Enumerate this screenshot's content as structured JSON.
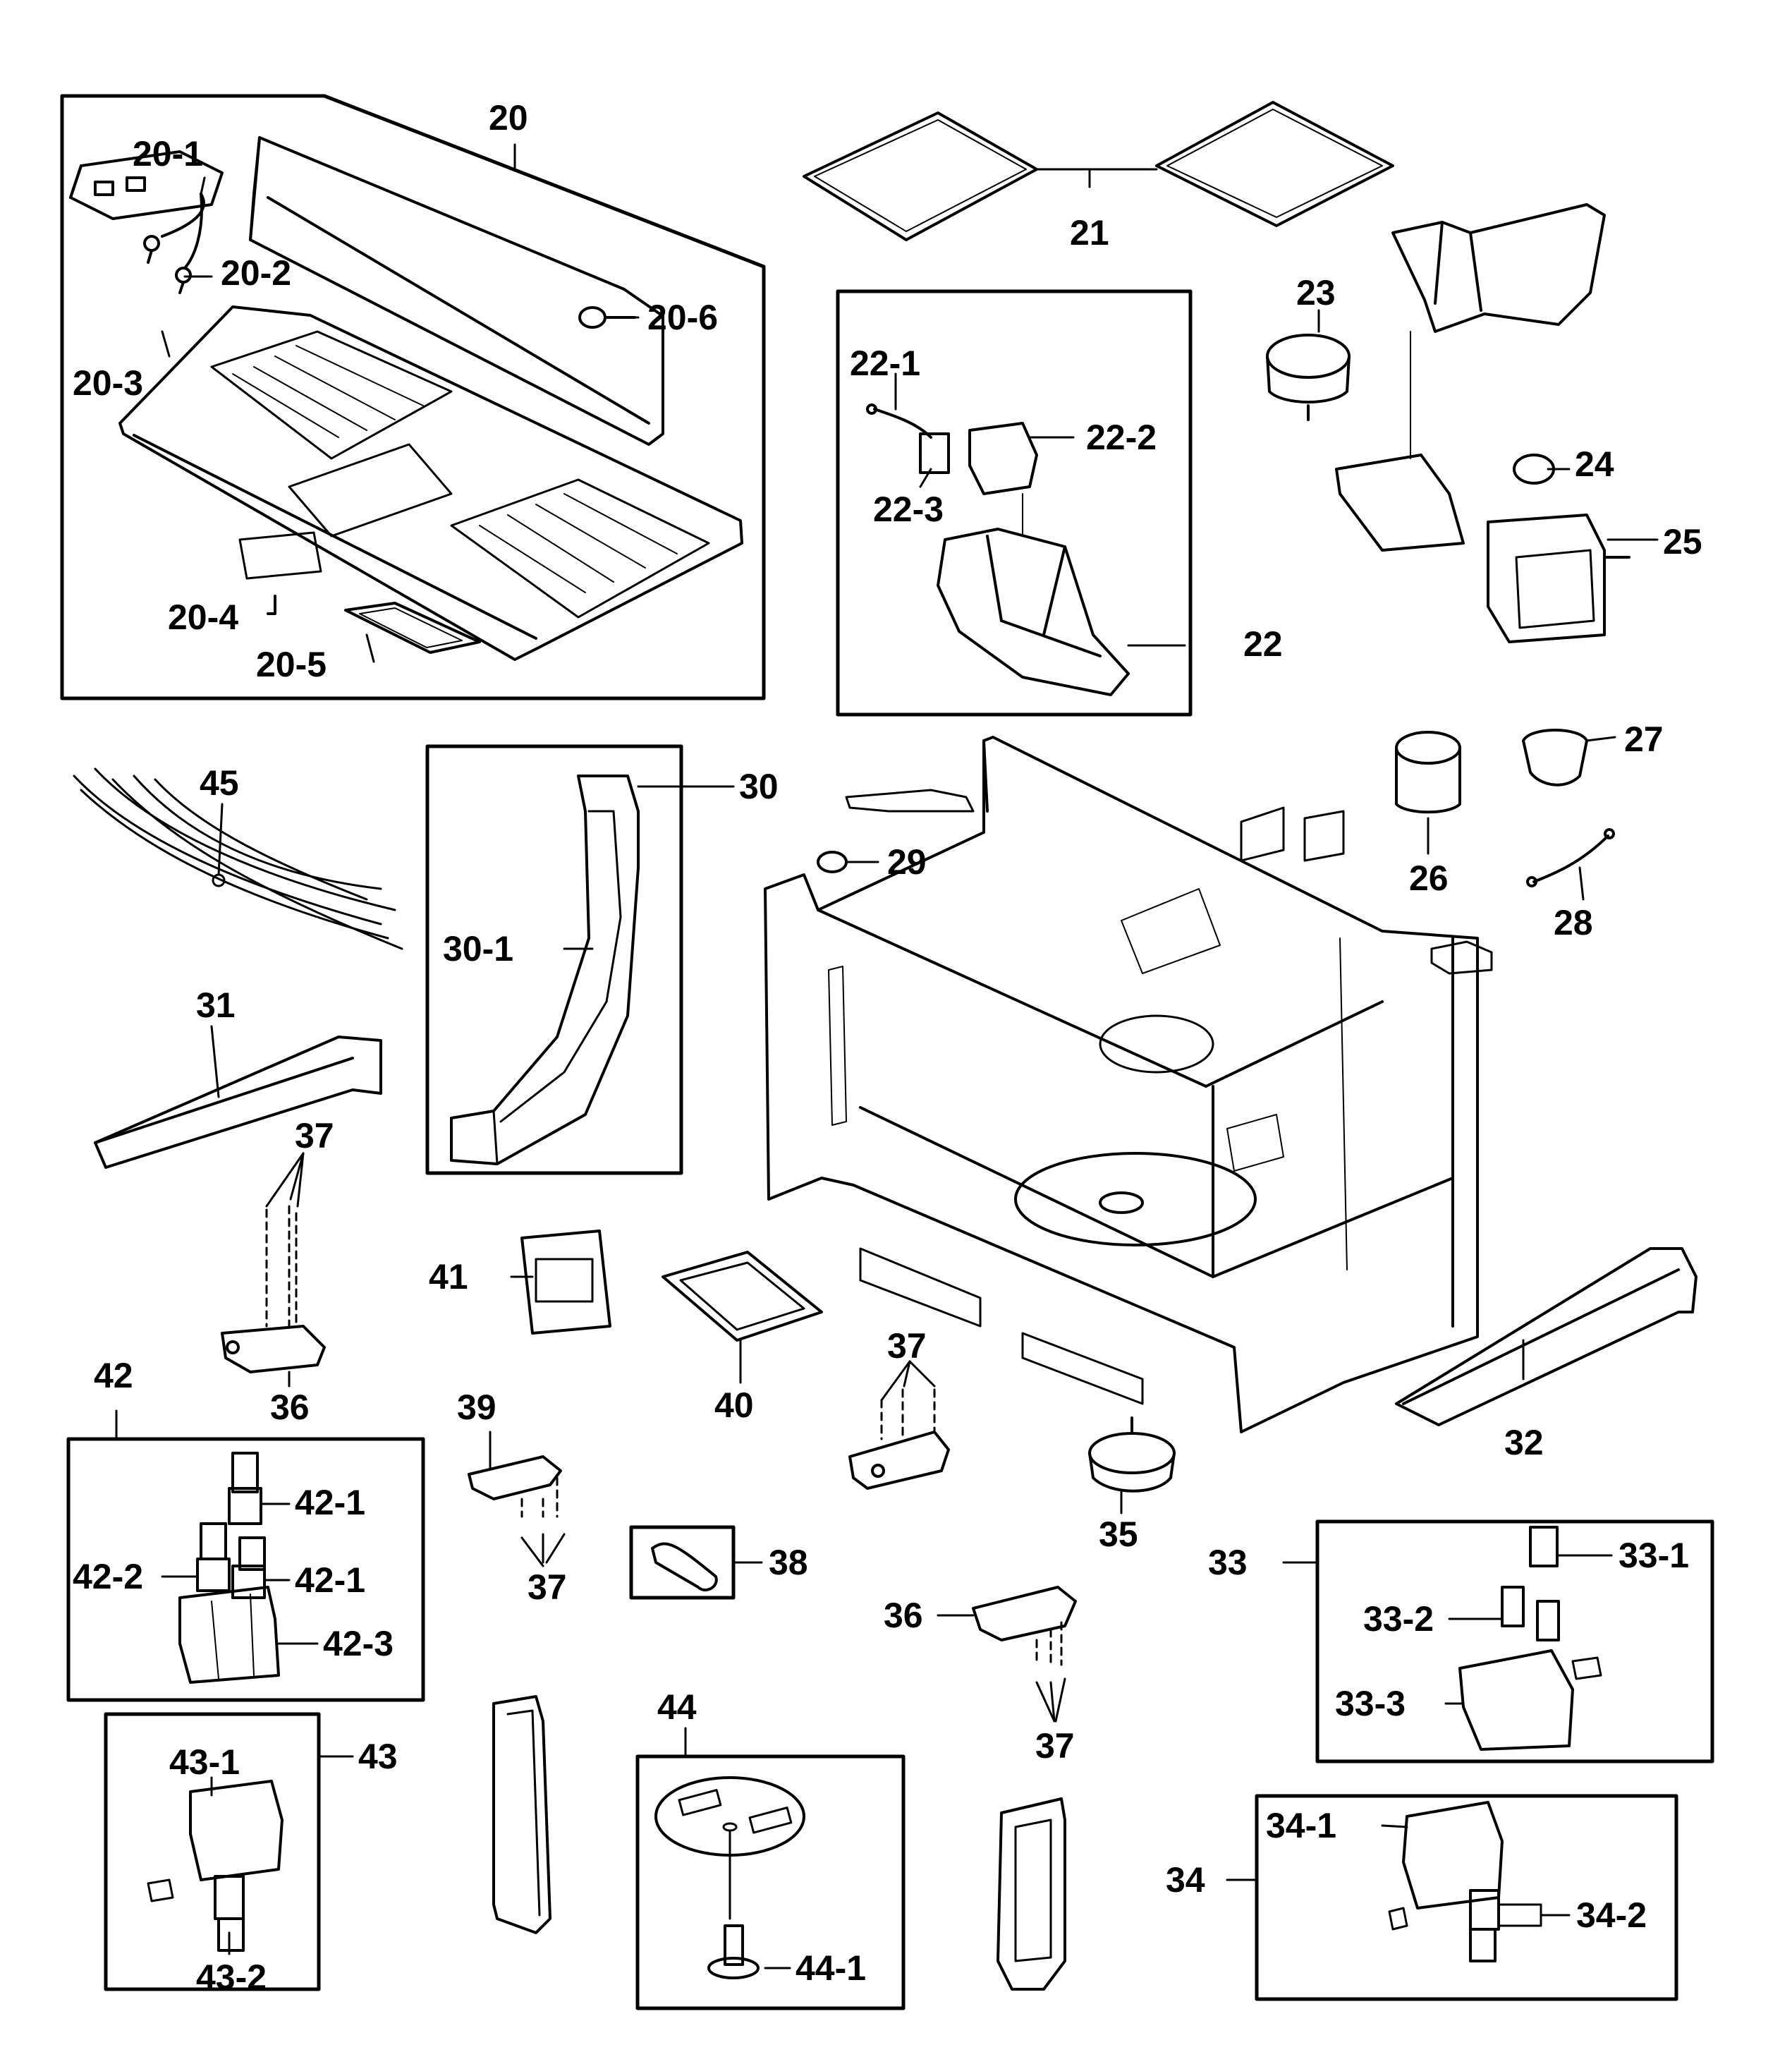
{
  "diagram": {
    "labels": {
      "p20": "20",
      "p20_1": "20-1",
      "p20_2": "20-2",
      "p20_3": "20-3",
      "p20_4": "20-4",
      "p20_5": "20-5",
      "p20_6": "20-6",
      "p21": "21",
      "p22": "22",
      "p22_1": "22-1",
      "p22_2": "22-2",
      "p22_3": "22-3",
      "p23": "23",
      "p24": "24",
      "p25": "25",
      "p26": "26",
      "p27": "27",
      "p28": "28",
      "p29": "29",
      "p30": "30",
      "p30_1": "30-1",
      "p31": "31",
      "p32": "32",
      "p33": "33",
      "p33_1": "33-1",
      "p33_2": "33-2",
      "p33_3": "33-3",
      "p34": "34",
      "p34_1": "34-1",
      "p34_2": "34-2",
      "p35": "35",
      "p36a": "36",
      "p36b": "36",
      "p37a": "37",
      "p37b": "37",
      "p37c": "37",
      "p37d": "37",
      "p38": "38",
      "p39": "39",
      "p40": "40",
      "p41": "41",
      "p42": "42",
      "p42_1a": "42-1",
      "p42_1b": "42-1",
      "p42_2": "42-2",
      "p42_3": "42-3",
      "p43": "43",
      "p43_1": "43-1",
      "p43_2": "43-2",
      "p44": "44",
      "p44_1": "44-1",
      "p45": "45"
    }
  }
}
